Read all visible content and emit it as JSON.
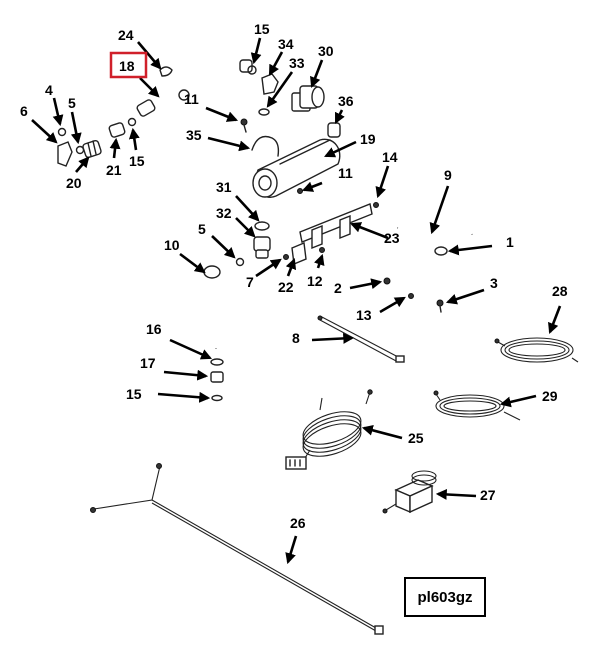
{
  "diagram": {
    "reference_code": "pl603gz",
    "highlighted_callout": "18",
    "callouts": [
      {
        "id": "c24",
        "text": "24"
      },
      {
        "id": "c18",
        "text": "18"
      },
      {
        "id": "c15a",
        "text": "15"
      },
      {
        "id": "c34",
        "text": "34"
      },
      {
        "id": "c30",
        "text": "30"
      },
      {
        "id": "c33",
        "text": "33"
      },
      {
        "id": "c4",
        "text": "4"
      },
      {
        "id": "c5a",
        "text": "5"
      },
      {
        "id": "c6",
        "text": "6"
      },
      {
        "id": "c11a",
        "text": "11"
      },
      {
        "id": "c36",
        "text": "36"
      },
      {
        "id": "c35",
        "text": "35"
      },
      {
        "id": "c19",
        "text": "19"
      },
      {
        "id": "c14",
        "text": "14"
      },
      {
        "id": "c20",
        "text": "20"
      },
      {
        "id": "c21",
        "text": "21"
      },
      {
        "id": "c15b",
        "text": "15"
      },
      {
        "id": "c9",
        "text": "9"
      },
      {
        "id": "c11b",
        "text": "11"
      },
      {
        "id": "c31",
        "text": "31"
      },
      {
        "id": "c32",
        "text": "32"
      },
      {
        "id": "c23",
        "text": "23"
      },
      {
        "id": "c1",
        "text": "1"
      },
      {
        "id": "c10",
        "text": "10"
      },
      {
        "id": "c5b",
        "text": "5"
      },
      {
        "id": "c7",
        "text": "7"
      },
      {
        "id": "c22",
        "text": "22"
      },
      {
        "id": "c12",
        "text": "12"
      },
      {
        "id": "c2",
        "text": "2"
      },
      {
        "id": "c3",
        "text": "3"
      },
      {
        "id": "c28",
        "text": "28"
      },
      {
        "id": "c13",
        "text": "13"
      },
      {
        "id": "c8",
        "text": "8"
      },
      {
        "id": "c16",
        "text": "16"
      },
      {
        "id": "c17",
        "text": "17"
      },
      {
        "id": "c15c",
        "text": "15"
      },
      {
        "id": "c29",
        "text": "29"
      },
      {
        "id": "c25",
        "text": "25"
      },
      {
        "id": "c27",
        "text": "27"
      },
      {
        "id": "c26",
        "text": "26"
      }
    ]
  }
}
